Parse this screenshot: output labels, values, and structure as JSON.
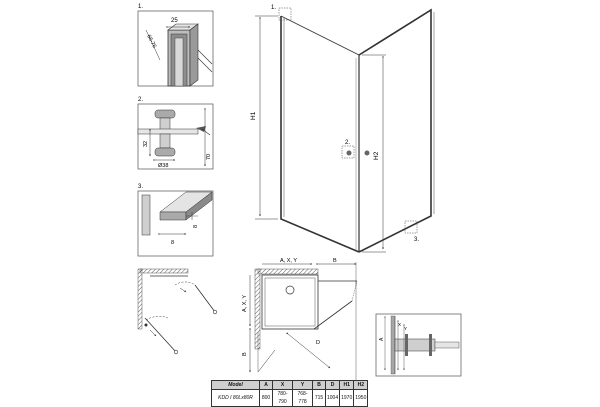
{
  "detail_markers": {
    "d1": "1.",
    "d2": "2.",
    "d3": "3."
  },
  "detail1": {
    "width": "25",
    "diag": "66-76"
  },
  "detail2": {
    "height_small": "32",
    "diameter": "Ø38",
    "height_large": "70"
  },
  "detail3": {
    "depth": "8",
    "width": "8"
  },
  "elevation": {
    "h1": "H1",
    "h2": "H2",
    "marker1": "1.",
    "marker2": "2.",
    "marker3": "3."
  },
  "plan": {
    "top_label": "A, X, Y",
    "top_right": "B",
    "left_label": "A, X, Y",
    "left_bottom": "B",
    "diag": "D"
  },
  "inset": {
    "a": "A",
    "x": "X",
    "y": "Y"
  },
  "table": {
    "headers": [
      "Model",
      "A",
      "X",
      "Y",
      "B",
      "D",
      "H1",
      "H2"
    ],
    "rows": [
      [
        "KDD I 80Lx80R",
        "800",
        "780-790",
        "768-778",
        "715",
        "1004",
        "1970",
        "1950"
      ]
    ]
  },
  "colors": {
    "line": "#333333",
    "frame": "#555555",
    "fill": "#c8c8c8"
  }
}
